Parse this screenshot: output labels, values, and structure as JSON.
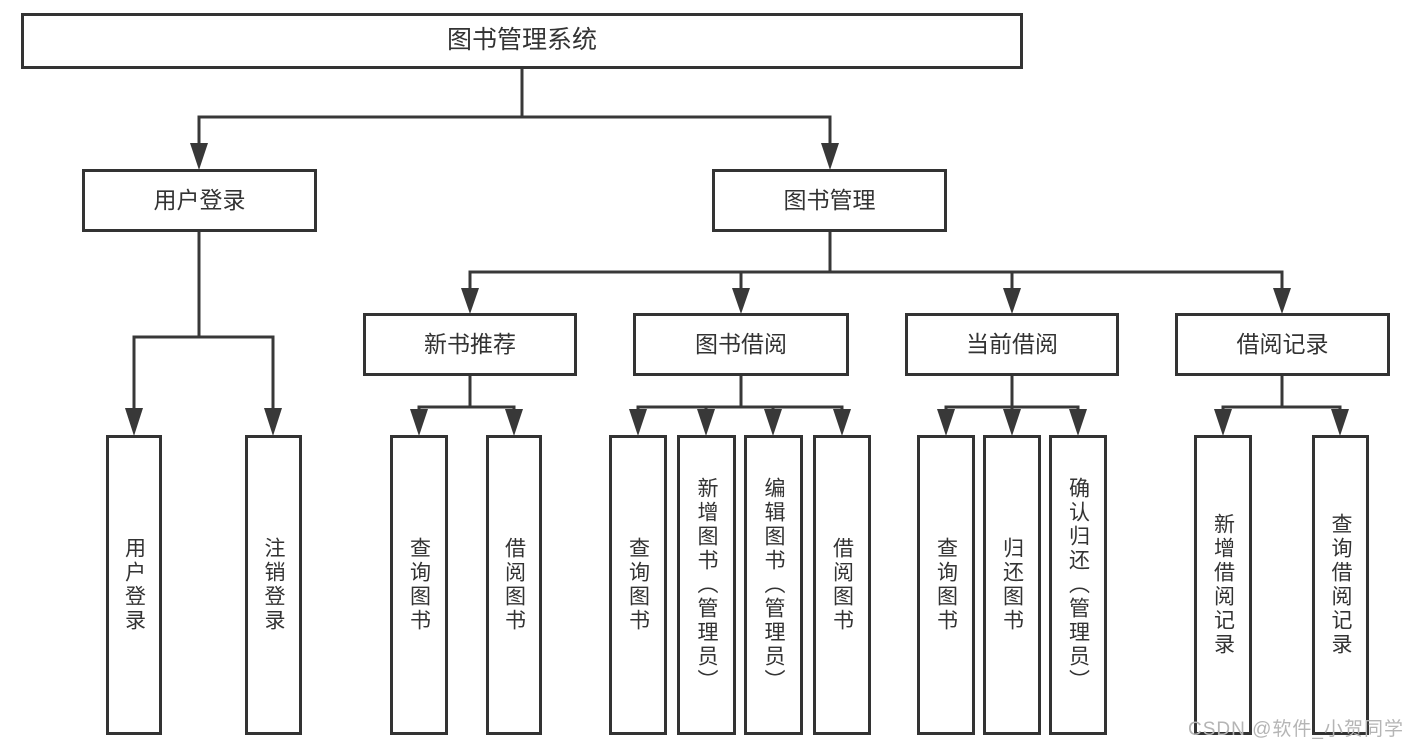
{
  "diagram": {
    "root": {
      "label": "图书管理系统"
    },
    "level2": [
      {
        "label": "用户登录",
        "children": [
          {
            "label": "用户登录"
          },
          {
            "label": "注销登录"
          }
        ]
      },
      {
        "label": "图书管理",
        "children": [
          {
            "label": "新书推荐",
            "children": [
              {
                "label": "查询图书"
              },
              {
                "label": "借阅图书"
              }
            ]
          },
          {
            "label": "图书借阅",
            "children": [
              {
                "label": "查询图书"
              },
              {
                "label": "新增图书（管理员）"
              },
              {
                "label": "编辑图书（管理员）"
              },
              {
                "label": "借阅图书"
              }
            ]
          },
          {
            "label": "当前借阅",
            "children": [
              {
                "label": "查询图书"
              },
              {
                "label": "归还图书"
              },
              {
                "label": "确认归还（管理员）"
              }
            ]
          },
          {
            "label": "借阅记录",
            "children": [
              {
                "label": "新增借阅记录"
              },
              {
                "label": "查询借阅记录"
              }
            ]
          }
        ]
      }
    ]
  },
  "watermark": {
    "text": "CSDN @软件_小贺同学"
  },
  "colors": {
    "line": "#383838",
    "box_border": "#333333",
    "text": "#333333",
    "watermark": "#b5b5b5",
    "background": "#ffffff"
  }
}
